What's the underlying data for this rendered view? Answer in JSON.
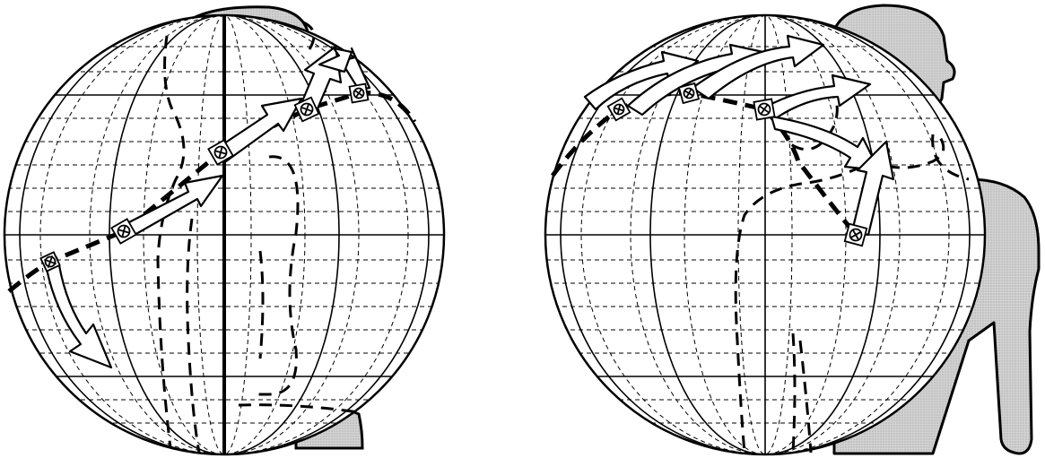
{
  "figure": {
    "panels": [
      {
        "name": "globe-left",
        "view": "front"
      },
      {
        "name": "globe-right",
        "view": "side"
      }
    ],
    "colors": {
      "ink": "#000000",
      "silhouette": "#c8c8c8",
      "paper": "#ffffff"
    },
    "icons": [
      "circled-target-marker",
      "hollow-arrow",
      "human-silhouette"
    ]
  }
}
